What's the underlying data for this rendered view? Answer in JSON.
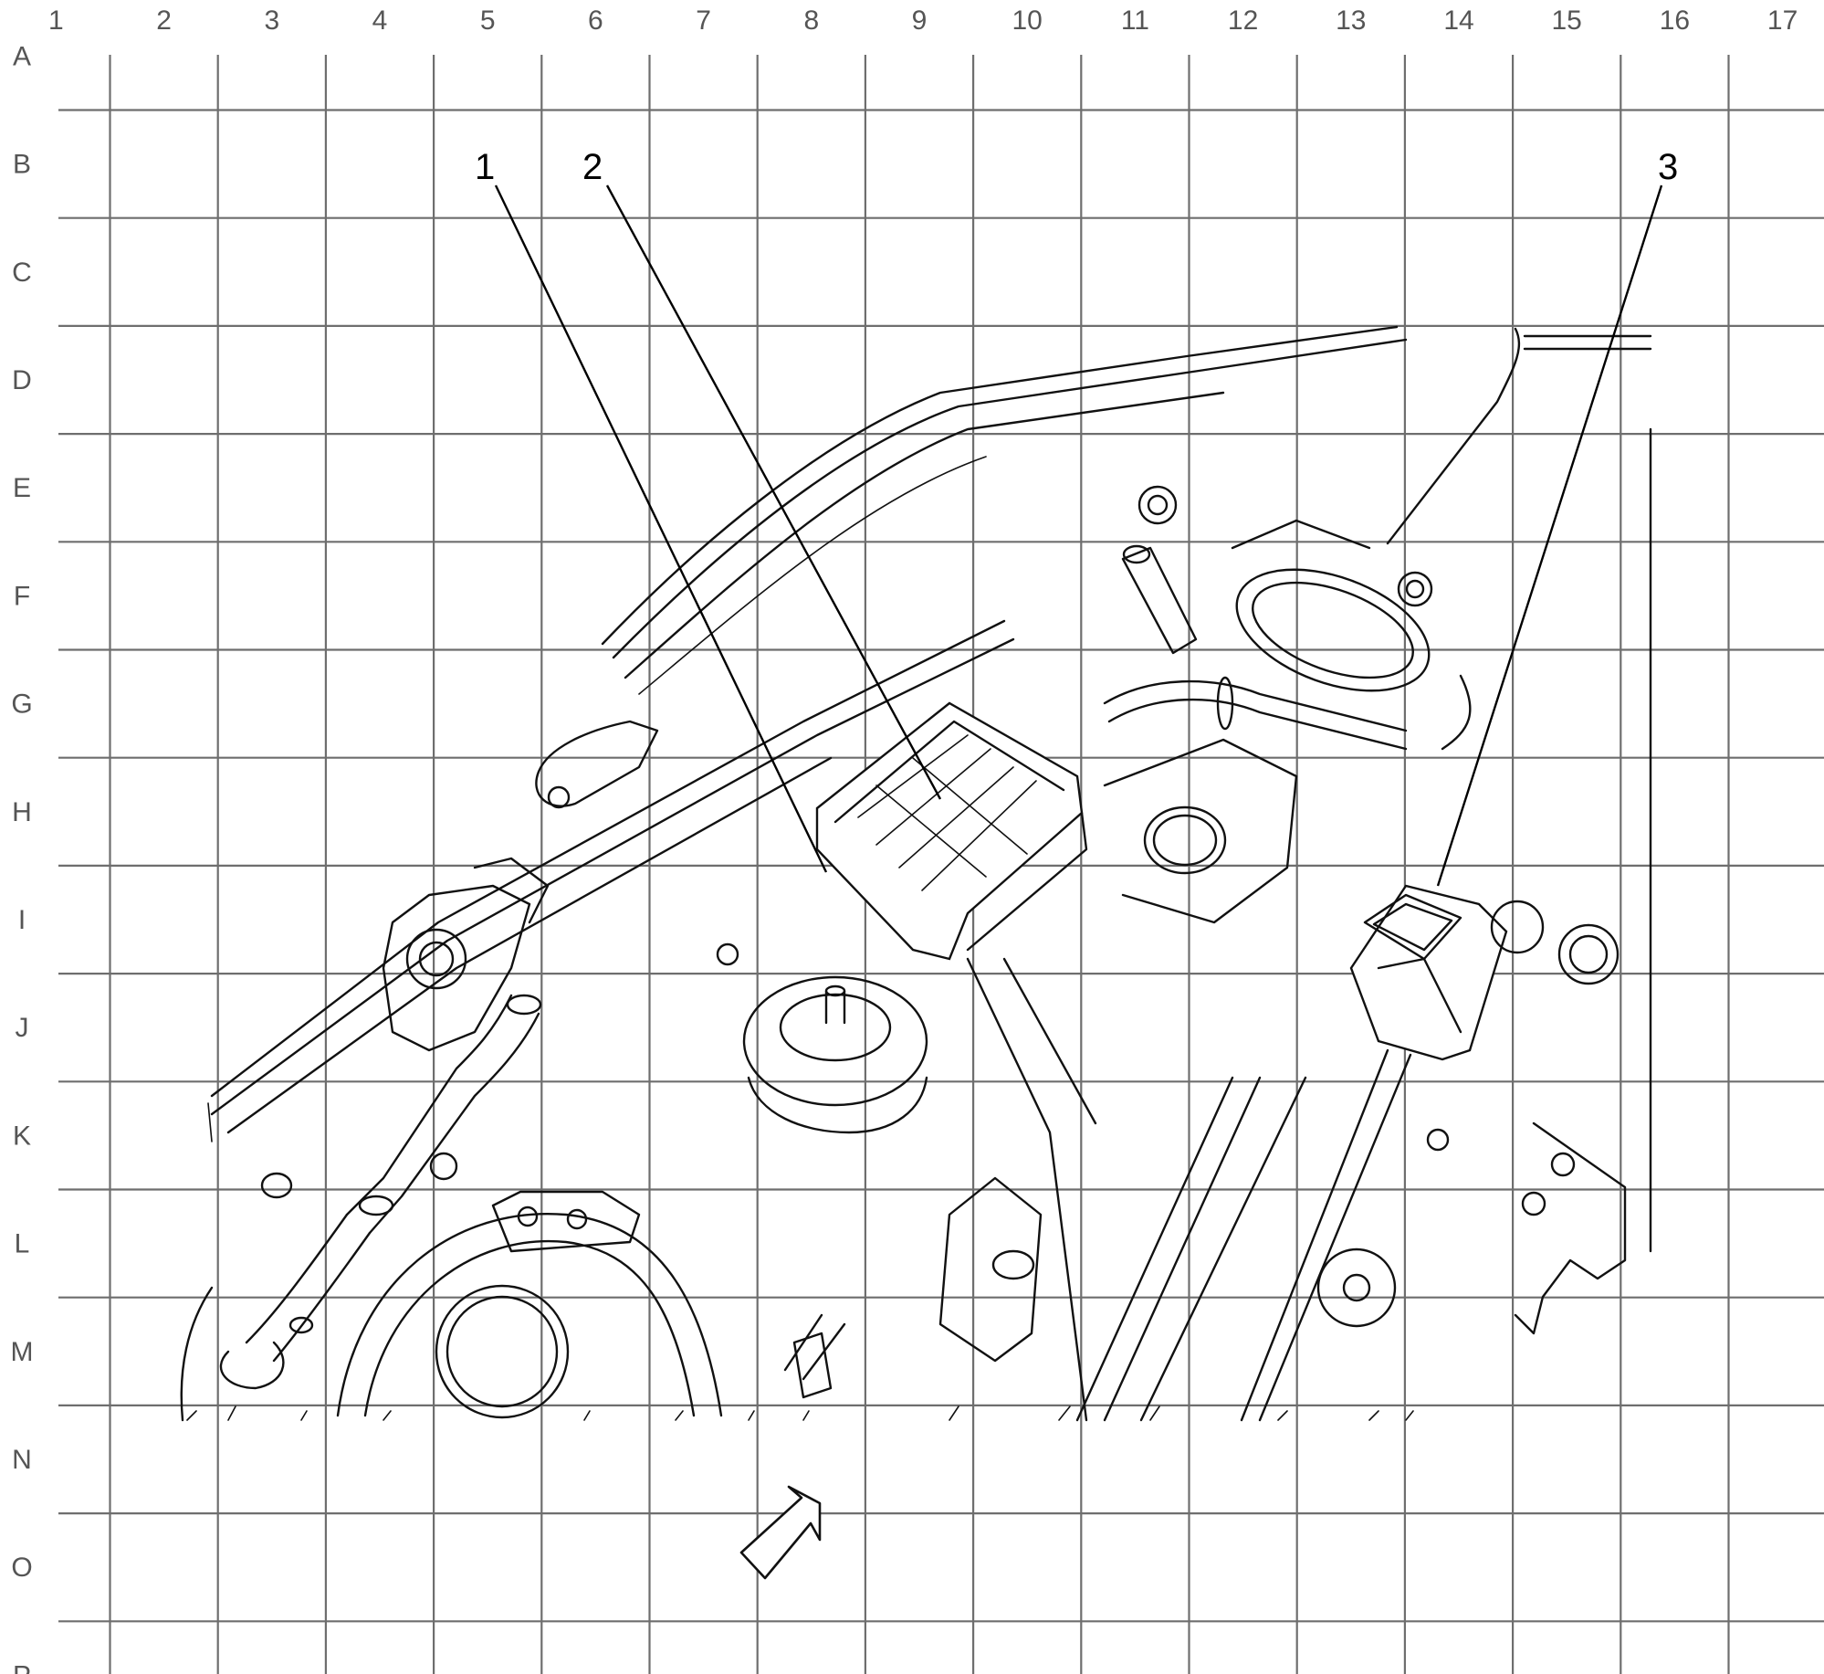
{
  "grid": {
    "columns": [
      "1",
      "2",
      "3",
      "4",
      "5",
      "6",
      "7",
      "8",
      "9",
      "10",
      "11",
      "12",
      "13",
      "14",
      "15",
      "16",
      "17"
    ],
    "rows": [
      "A",
      "B",
      "C",
      "D",
      "E",
      "F",
      "G",
      "H",
      "I",
      "J",
      "K",
      "L",
      "M",
      "N",
      "O",
      "P"
    ]
  },
  "callouts": [
    {
      "label": "1"
    },
    {
      "label": "2"
    },
    {
      "label": "3"
    }
  ],
  "colors": {
    "grid": "#6e6e6e",
    "labels": "#555555",
    "linework": "#111111"
  },
  "icons": {
    "direction_arrow": "view-direction-arrow-icon"
  }
}
